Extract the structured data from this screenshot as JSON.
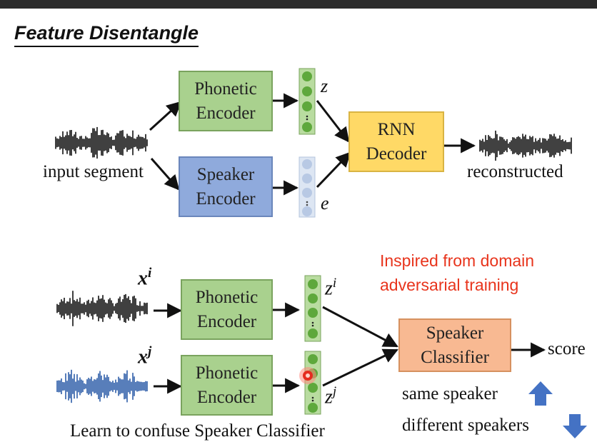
{
  "title": "Feature Disentangle",
  "top": {
    "phonetic_encoder": [
      "Phonetic",
      "Encoder"
    ],
    "speaker_encoder": [
      "Speaker",
      "Encoder"
    ],
    "rnn_decoder": [
      "RNN",
      "Decoder"
    ],
    "z_label": "z",
    "e_label": "e",
    "input_label": "input segment",
    "output_label": "reconstructed"
  },
  "bottom": {
    "xi": "x",
    "xi_sup": "i",
    "xj": "x",
    "xj_sup": "j",
    "phonetic_encoder_1": [
      "Phonetic",
      "Encoder"
    ],
    "phonetic_encoder_2": [
      "Phonetic",
      "Encoder"
    ],
    "zi": "z",
    "zi_sup": "i",
    "zj": "z",
    "zj_sup": "j",
    "classifier": [
      "Speaker",
      "Classifier"
    ],
    "score": "score",
    "note": [
      "Inspired from domain",
      "adversarial training"
    ],
    "same_speaker": "same speaker",
    "different_speakers": "different speakers",
    "caption": "Learn to confuse Speaker Classifier"
  },
  "colors": {
    "green_box": "#a9d18e",
    "blue_box": "#8faadc",
    "orange_box": "#ffd966",
    "salmon_box": "#f8b992",
    "note_red": "#e8341c",
    "arrow_blue": "#4472c4"
  }
}
